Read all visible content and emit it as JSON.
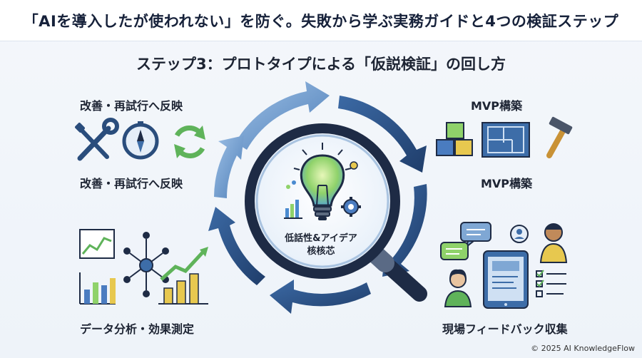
{
  "header": {
    "title": "「AIを導入したが使われない」を防ぐ。失敗から学ぶ実務ガイドと4つの検証ステップ"
  },
  "diagram": {
    "subtitle": "ステップ3：プロトタイプによる「仮説検証」の回し方",
    "top_left_label": "改善・再試行へ反映",
    "mid_left_label": "改善・再試行へ反映",
    "top_right_label": "MVP構築",
    "mid_right_label": "MVP構築",
    "bottom_left_label": "データ分析・効果測定",
    "bottom_right_label": "現場フィードバック収集",
    "center_line1": "低話性&アイデア",
    "center_line2": "核核芯"
  },
  "footer": {
    "copyright": "© 2025 AI KnowledgeFlow"
  },
  "colors": {
    "arrow_light": "#7fa7d4",
    "arrow_dark": "#2a4d7c",
    "lens_ring": "#1e2b45",
    "bulb": "#9fd86a"
  }
}
